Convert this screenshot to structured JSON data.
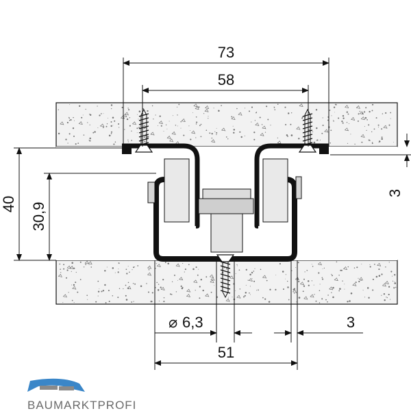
{
  "dimensions": {
    "width_total": "73",
    "width_screws": "58",
    "height_total": "40",
    "height_inner": "30,9",
    "flange_thickness": "3",
    "screw_diameter": "6,3",
    "bottom_offset": "3",
    "bottom_width": "51"
  },
  "logo": {
    "text": "BAUMARKTPROFI"
  },
  "colors": {
    "line": "#111111",
    "board_fill": "#f2f2f2",
    "speckle": "#777777",
    "logo_blue": "#3a86c8",
    "logo_gray": "#8a8a8a"
  }
}
